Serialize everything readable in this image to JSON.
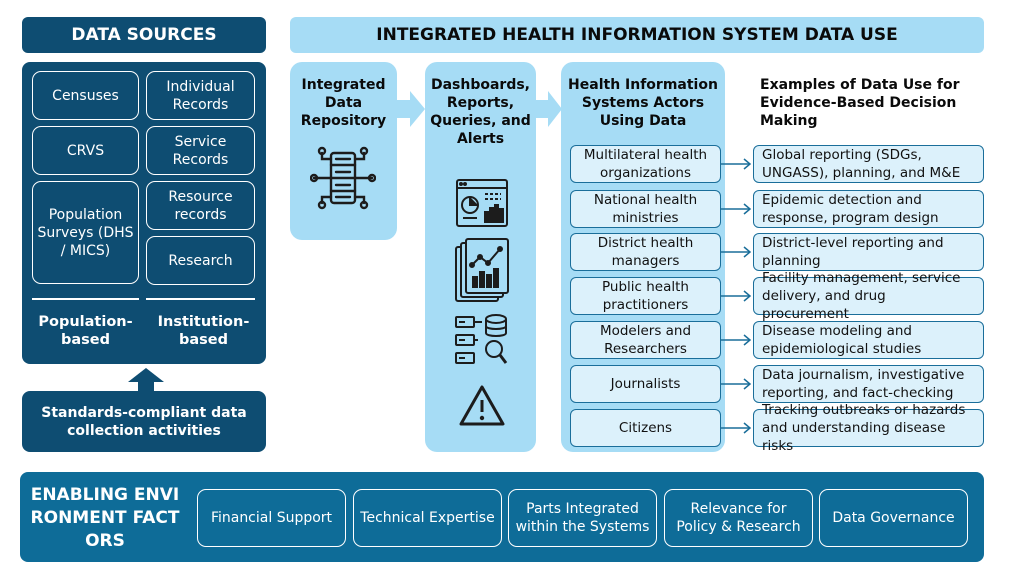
{
  "data_sources": {
    "title": "DATA SOURCES",
    "population_items": [
      "Censuses",
      "CRVS",
      "Population Surveys (DHS / MICS)"
    ],
    "institution_items": [
      "Individual Records",
      "Service Records",
      "Resource records",
      "Research"
    ],
    "population_label": "Population-based",
    "institution_label": "Institution-based",
    "standards": "Standards-compliant data collection activities"
  },
  "main_title": "INTEGRATED HEALTH INFORMATION SYSTEM DATA USE",
  "repository": {
    "title": "Integrated Data Repository",
    "icon": "database-server-icon"
  },
  "dashboards": {
    "title": "Dashboards, Reports, Queries, and Alerts",
    "icons": [
      "dashboard-icon",
      "report-chart-icon",
      "data-query-icon",
      "alert-icon"
    ]
  },
  "actors": {
    "title": "Health Information Systems Actors Using Data",
    "items": [
      "Multilateral health organizations",
      "National health ministries",
      "District health managers",
      "Public health practitioners",
      "Modelers and Researchers",
      "Journalists",
      "Citizens"
    ]
  },
  "uses": {
    "title": "Examples of Data Use for Evidence-Based Decision Making",
    "items": [
      "Global reporting (SDGs, UNGASS), planning, and M&E",
      "Epidemic detection and response, program design",
      "District-level reporting and planning",
      "Facility management, service delivery, and drug procurement",
      "Disease modeling and epidemiological studies",
      "Data journalism, investigative reporting, and fact-checking",
      "Tracking outbreaks or hazards and understanding disease risks"
    ]
  },
  "enabling": {
    "title": "ENABLING ENVIRONMENT FACTORS",
    "factors": [
      "Financial Support",
      "Technical Expertise",
      "Parts Integrated within the Systems",
      "Relevance for Policy & Research",
      "Data Governance"
    ]
  },
  "colors": {
    "dark_blue": "#0e4d72",
    "light_blue": "#a6dcf5",
    "pale_blue": "#dcf1fb",
    "footer_blue": "#0e6c98"
  }
}
